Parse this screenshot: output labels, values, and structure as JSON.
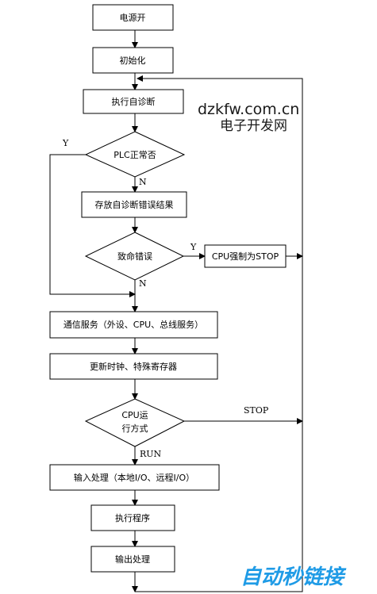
{
  "nodes": {
    "power_on": "电源开",
    "initialize": "初始化",
    "self_diagnose": "执行自诊断",
    "plc_normal": "PLC正常否",
    "save_diag": "存放自诊断错误结果",
    "fatal_error": "致命错误",
    "cpu_force_stop": "CPU强制为STOP",
    "comm_service": "通信服务（外设、CPU、总线服务）",
    "update_clock": "更新时钟、特殊寄存器",
    "cpu_mode_line1": "CPU运",
    "cpu_mode_line2": "行方式",
    "input_process": "输入处理（本地I/O、远程I/O）",
    "run_program": "执行程序",
    "output_process": "输出处理"
  },
  "edge_labels": {
    "plc_yes": "Y",
    "plc_no": "N",
    "fatal_yes": "Y",
    "fatal_no": "N",
    "mode_stop": "STOP",
    "mode_run": "RUN"
  },
  "watermark": {
    "site": "dzkfw.com.cn",
    "name": "电子开发网"
  },
  "logo": {
    "text": "自动秒链接",
    "color": "#1f9be6"
  }
}
